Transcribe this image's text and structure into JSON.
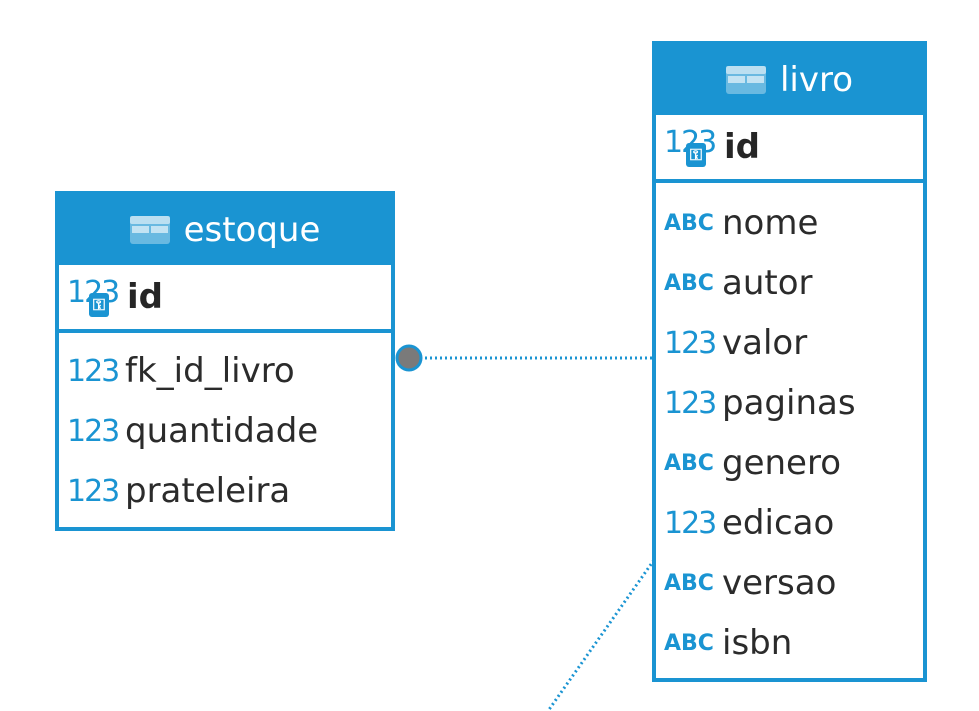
{
  "entities": {
    "estoque": {
      "name": "estoque",
      "pk": "id",
      "columns": [
        {
          "type": "123",
          "name": "fk_id_livro"
        },
        {
          "type": "123",
          "name": "quantidade"
        },
        {
          "type": "123",
          "name": "prateleira"
        }
      ]
    },
    "livro": {
      "name": "livro",
      "pk": "id",
      "columns": [
        {
          "type": "ABC",
          "name": "nome"
        },
        {
          "type": "ABC",
          "name": "autor"
        },
        {
          "type": "123",
          "name": "valor"
        },
        {
          "type": "123",
          "name": "paginas"
        },
        {
          "type": "ABC",
          "name": "genero"
        },
        {
          "type": "123",
          "name": "edicao"
        },
        {
          "type": "ABC",
          "name": "versao"
        },
        {
          "type": "ABC",
          "name": "isbn"
        }
      ]
    }
  },
  "icons": {
    "table": "table-icon",
    "primary_key": "primary-key-icon",
    "numeric_type": "numeric-type-icon",
    "text_type": "text-type-icon"
  },
  "colors": {
    "accent": "#1a94d2",
    "link": "#1a94d2",
    "endpoint": "#7a7a7a",
    "text": "#2b2b2b"
  }
}
